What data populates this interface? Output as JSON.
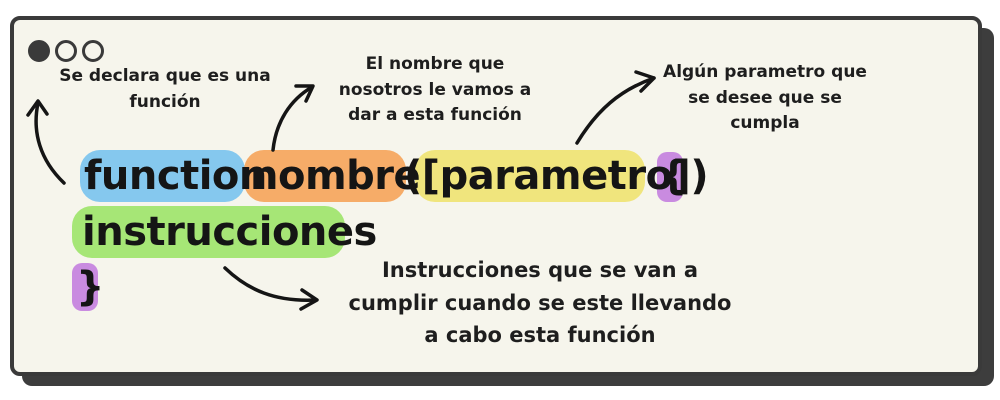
{
  "notes": {
    "declares": "Se declara que es una\nfunción",
    "name": "El nombre que\nnosotros le vamos a\ndar a esta función",
    "param": "Algún parametro que\nse desee que se\ncumpla",
    "instructions": "Instrucciones que se van a\ncumplir cuando se este llevando\na cabo esta función"
  },
  "code": {
    "keyword": "function",
    "name": "nombre",
    "params": "([parametro])",
    "open_brace": "{",
    "body": "instrucciones",
    "close_brace": "}"
  },
  "colors": {
    "keyword": "#85c8ee",
    "name": "#f6ac68",
    "params": "#f0e57d",
    "brace": "#c98be0",
    "body": "#a6e676",
    "frame": "#3a3a3a",
    "panel": "#f6f5ec"
  }
}
